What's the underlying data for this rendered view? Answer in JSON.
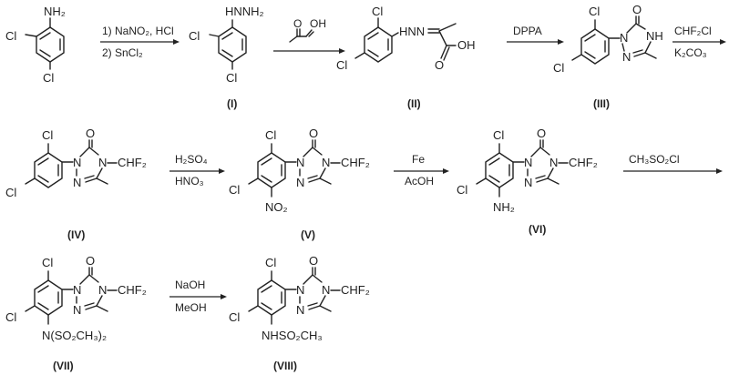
{
  "atoms": {
    "nh2": "NH₂",
    "cl": "Cl",
    "nhnh2": "HNNH₂",
    "hnn": "HNN",
    "oh": "OH",
    "o": "O",
    "nh": "NH",
    "n": "N",
    "chf2": "CHF₂",
    "no2": "NO₂",
    "nms2": "N(SO₂CH₃)₂",
    "nhms": "NHSO₂CH₃"
  },
  "reagents": {
    "step1_line1": "1) NaNO₂, HCl",
    "step1_line2": "2) SnCl₂",
    "step3": "DPPA",
    "step4_line1": "CHF₂Cl",
    "step4_line2": "K₂CO₃",
    "step5_line1": "H₂SO₄",
    "step5_line2": "HNO₃",
    "step6_line1": "Fe",
    "step6_line2": "AcOH",
    "step7": "CH₃SO₂Cl",
    "step8_line1": "NaOH",
    "step8_line2": "MeOH"
  },
  "labels": {
    "I": "(I)",
    "II": "(II)",
    "III": "(III)",
    "IV": "(IV)",
    "V": "(V)",
    "VI": "(VI)",
    "VII": "(VII)",
    "VIII": "(VIII)"
  }
}
